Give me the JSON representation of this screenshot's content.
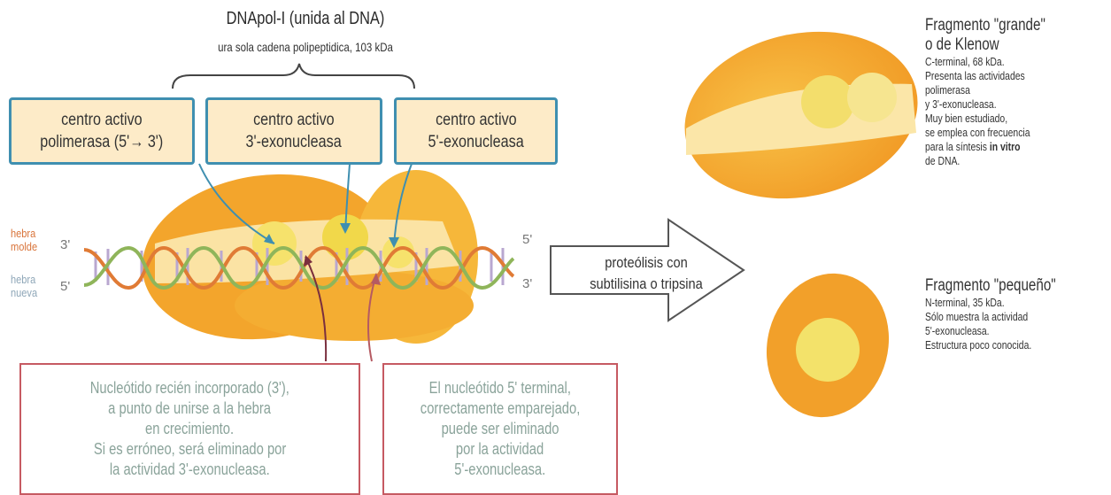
{
  "title": "DNApol-I (unida al DNA)",
  "subtitle": "ura sola cadena polipeptidica, 103 kDa",
  "active_sites": [
    {
      "line1": "centro activo",
      "line2": "polimerasa (5'→ 3')"
    },
    {
      "line1": "centro activo",
      "line2": "3'-exonucleasa"
    },
    {
      "line1": "centro activo",
      "line2": "5'-exonucleasa"
    }
  ],
  "strands": {
    "template_label": [
      "hebra",
      "molde"
    ],
    "new_label": [
      "hebra",
      "nueva"
    ],
    "left_top_end": "3'",
    "left_bottom_end": "5'",
    "right_top_end": "5'",
    "right_bottom_end": "3'"
  },
  "arrow": {
    "line1": "proteólisis con",
    "line2": "subtilisina o tripsina"
  },
  "notes": [
    {
      "lines": [
        "Nucleótido recién incorporado (3'),",
        "a punto de unirse a la hebra",
        "en crecimiento.",
        "Si es erróneo, será eliminado por",
        "la actividad 3'-exonucleasa."
      ]
    },
    {
      "lines": [
        "El nucleótido 5' terminal,",
        "correctamente emparejado,",
        "puede ser eliminado",
        "por la actividad",
        "5'-exonucleasa."
      ]
    }
  ],
  "fragments": [
    {
      "title": [
        "Fragmento \"grande\"",
        "o de Klenow"
      ],
      "lines": [
        "C-terminal, 68 kDa.",
        "Presenta las actividades",
        "polimerasa",
        "y  3'-exonucleasa.",
        "Muy bien estudiado,",
        "se emplea con frecuencia",
        "para la síntesis "
      ],
      "bold": "in vitro",
      "last": "de DNA."
    },
    {
      "title": [
        "Fragmento \"pequeño\""
      ],
      "lines": [
        "N-terminal, 35 kDa.",
        "Sólo muestra la actividad",
        "5'-exonucleasa.",
        "Estructura poco conocida."
      ]
    }
  ],
  "colors": {
    "enzyme_dark": "#f2a12e",
    "enzyme_light": "#f6c04a",
    "pale": "#fbeab0",
    "site_yellow": "#f4e04a",
    "box_border": "#3f8fb0",
    "note_border": "#c65a62",
    "template_strand": "#e07b35",
    "new_strand": "#8fb55a"
  }
}
